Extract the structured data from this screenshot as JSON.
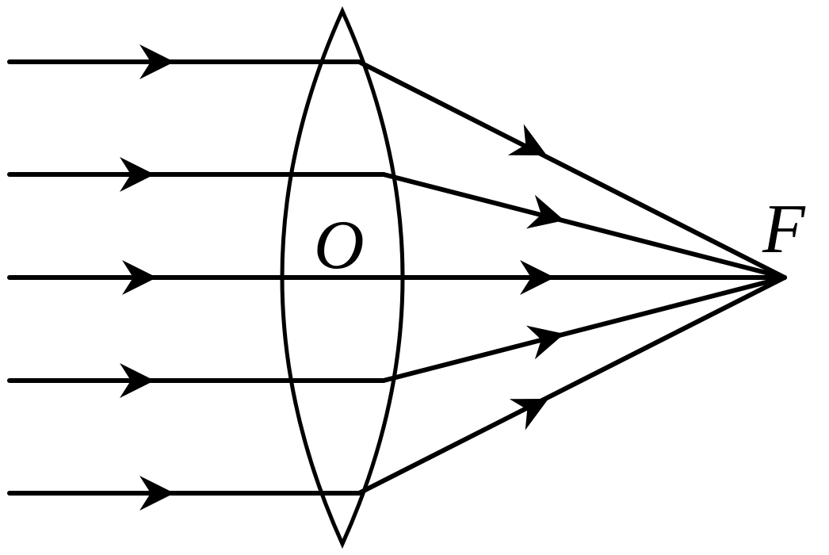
{
  "diagram": {
    "type": "converging-lens-ray-diagram",
    "center_label": "O",
    "focus_label": "F",
    "ray_count": 5,
    "line_color": "#000000",
    "background_color": "#ffffff"
  }
}
